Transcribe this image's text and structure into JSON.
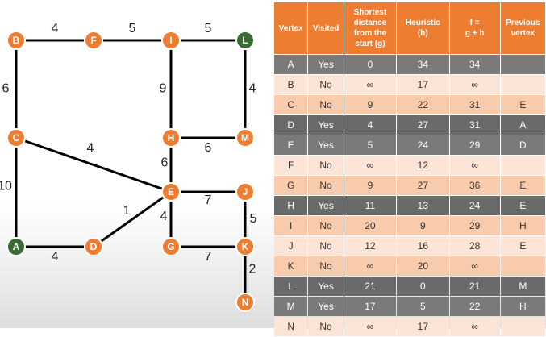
{
  "graph": {
    "colors": {
      "node_orange": "#ed7d31",
      "node_green": "#3a6b35",
      "edge": "#000000"
    },
    "nodes": [
      {
        "id": "B",
        "color": "orange"
      },
      {
        "id": "F",
        "color": "orange"
      },
      {
        "id": "I",
        "color": "orange"
      },
      {
        "id": "L",
        "color": "green"
      },
      {
        "id": "C",
        "color": "orange"
      },
      {
        "id": "H",
        "color": "orange"
      },
      {
        "id": "M",
        "color": "orange"
      },
      {
        "id": "E",
        "color": "orange"
      },
      {
        "id": "J",
        "color": "orange"
      },
      {
        "id": "A",
        "color": "green"
      },
      {
        "id": "D",
        "color": "orange"
      },
      {
        "id": "G",
        "color": "orange"
      },
      {
        "id": "K",
        "color": "orange"
      },
      {
        "id": "N",
        "color": "orange"
      }
    ],
    "edges": [
      {
        "from": "B",
        "to": "F",
        "weight": "4"
      },
      {
        "from": "F",
        "to": "I",
        "weight": "5"
      },
      {
        "from": "I",
        "to": "L",
        "weight": "5"
      },
      {
        "from": "B",
        "to": "C",
        "weight": "6"
      },
      {
        "from": "I",
        "to": "H",
        "weight": "9"
      },
      {
        "from": "L",
        "to": "M",
        "weight": "4"
      },
      {
        "from": "C",
        "to": "E",
        "weight": "4"
      },
      {
        "from": "H",
        "to": "M",
        "weight": "6"
      },
      {
        "from": "H",
        "to": "E",
        "weight": "6"
      },
      {
        "from": "C",
        "to": "A",
        "weight": "10"
      },
      {
        "from": "E",
        "to": "J",
        "weight": "7"
      },
      {
        "from": "E",
        "to": "D",
        "weight": "1"
      },
      {
        "from": "E",
        "to": "G",
        "weight": "4"
      },
      {
        "from": "J",
        "to": "K",
        "weight": "5"
      },
      {
        "from": "A",
        "to": "D",
        "weight": "4"
      },
      {
        "from": "G",
        "to": "K",
        "weight": "7"
      },
      {
        "from": "K",
        "to": "N",
        "weight": "2"
      }
    ]
  },
  "table": {
    "headers": {
      "vertex": "Vertex",
      "visited": "Visited",
      "shortest_l1": "Shortest",
      "shortest_l2": "distance",
      "shortest_l3": "from the",
      "shortest_l4": "start (g)",
      "heuristic_l1": "Heuristic",
      "heuristic_l2": "(h)",
      "f_l1": "f =",
      "f_l2": "g + h",
      "previous_l1": "Previous",
      "previous_l2": "vertex"
    },
    "rows": [
      {
        "vertex": "A",
        "visited": "Yes",
        "g": "0",
        "h": "34",
        "f": "34",
        "prev": ""
      },
      {
        "vertex": "B",
        "visited": "No",
        "g": "∞",
        "h": "17",
        "f": "∞",
        "prev": ""
      },
      {
        "vertex": "C",
        "visited": "No",
        "g": "9",
        "h": "22",
        "f": "31",
        "prev": "E"
      },
      {
        "vertex": "D",
        "visited": "Yes",
        "g": "4",
        "h": "27",
        "f": "31",
        "prev": "A"
      },
      {
        "vertex": "E",
        "visited": "Yes",
        "g": "5",
        "h": "24",
        "f": "29",
        "prev": "D"
      },
      {
        "vertex": "F",
        "visited": "No",
        "g": "∞",
        "h": "12",
        "f": "∞",
        "prev": ""
      },
      {
        "vertex": "G",
        "visited": "No",
        "g": "9",
        "h": "27",
        "f": "36",
        "prev": "E"
      },
      {
        "vertex": "H",
        "visited": "Yes",
        "g": "11",
        "h": "13",
        "f": "24",
        "prev": "E"
      },
      {
        "vertex": "I",
        "visited": "No",
        "g": "20",
        "h": "9",
        "f": "29",
        "prev": "H"
      },
      {
        "vertex": "J",
        "visited": "No",
        "g": "12",
        "h": "16",
        "f": "28",
        "prev": "E"
      },
      {
        "vertex": "K",
        "visited": "No",
        "g": "∞",
        "h": "20",
        "f": "∞",
        "prev": ""
      },
      {
        "vertex": "L",
        "visited": "Yes",
        "g": "21",
        "h": "0",
        "f": "21",
        "prev": "M"
      },
      {
        "vertex": "M",
        "visited": "Yes",
        "g": "17",
        "h": "5",
        "f": "22",
        "prev": "H"
      },
      {
        "vertex": "N",
        "visited": "No",
        "g": "∞",
        "h": "17",
        "f": "∞",
        "prev": ""
      }
    ]
  }
}
